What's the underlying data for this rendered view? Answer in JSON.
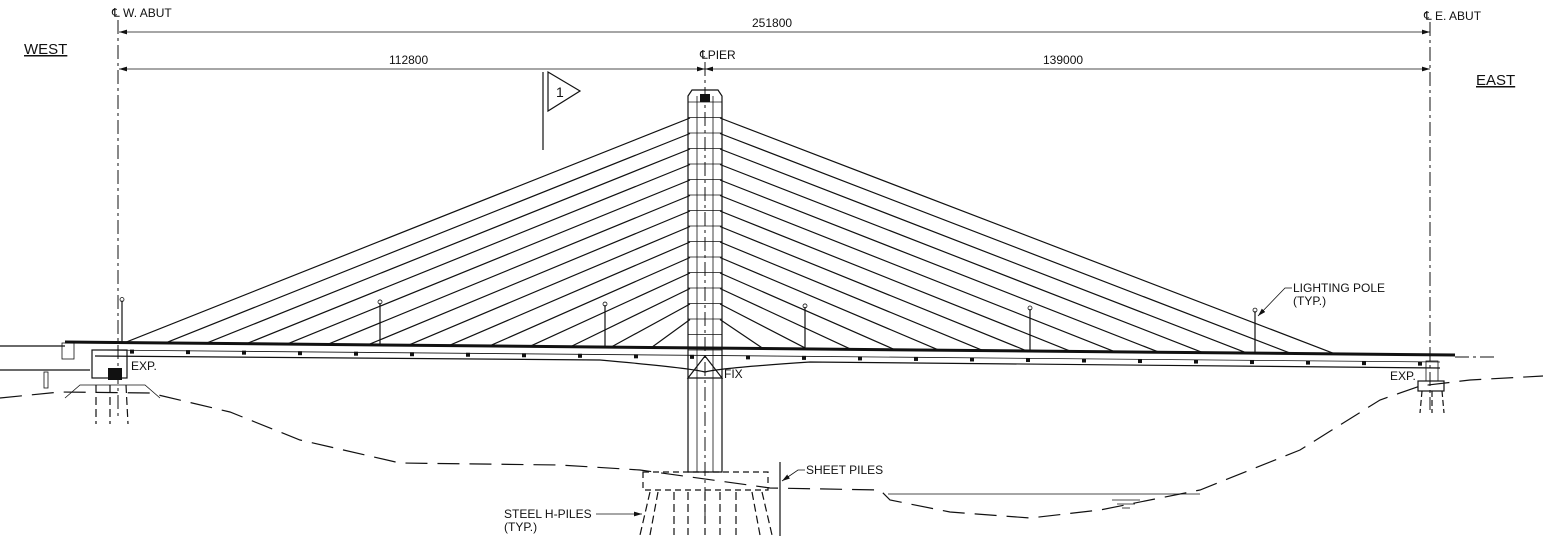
{
  "labels": {
    "west": "WEST",
    "east": "EAST",
    "w_abut": "℄ W. ABUT",
    "e_abut": "℄ E. ABUT",
    "pier": "℄PIER",
    "total_span": "251800",
    "west_span": "112800",
    "east_span": "139000",
    "section_marker": "1",
    "fix": "FIX",
    "exp_west": "EXP.",
    "exp_east": "EXP.",
    "lighting_pole": "LIGHTING POLE",
    "lighting_pole_typ": "(TYP.)",
    "sheet_piles": "SHEET PILES",
    "steel_h_piles": "STEEL H-PILES",
    "steel_h_piles_typ": "(TYP.)"
  },
  "colors": {
    "ink": "#111111",
    "background": "#ffffff"
  }
}
